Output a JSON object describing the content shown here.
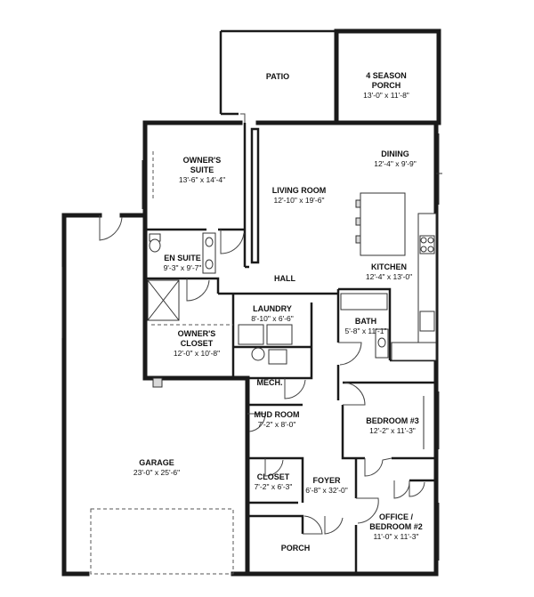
{
  "rooms": {
    "patio": {
      "name": "PATIO"
    },
    "four_season": {
      "name_line1": "4 SEASON",
      "name_line2": "PORCH",
      "dim": "13'-0\" x 11'-8\""
    },
    "owners_suite": {
      "name_line1": "OWNER'S",
      "name_line2": "SUITE",
      "dim": "13'-6\" x 14'-4\""
    },
    "dining": {
      "name": "DINING",
      "dim": "12'-4\" x 9'-9\""
    },
    "living_room": {
      "name": "LIVING ROOM",
      "dim": "12'-10\" x 19'-6\""
    },
    "en_suite": {
      "name": "EN SUITE",
      "dim": "9'-3\" x 9'-7\""
    },
    "hall": {
      "name": "HALL"
    },
    "kitchen": {
      "name": "KITCHEN",
      "dim": "12'-4\" x 13'-0\""
    },
    "laundry": {
      "name": "LAUNDRY",
      "dim": "8'-10\" x 6'-6\""
    },
    "bath": {
      "name": "BATH",
      "dim": "5'-8\" x 11'-1\""
    },
    "owners_closet": {
      "name_line1": "OWNER'S",
      "name_line2": "CLOSET",
      "dim": "12'-0\" x 10'-8\""
    },
    "mech": {
      "name": "MECH."
    },
    "mud_room": {
      "name": "MUD ROOM",
      "dim": "7'-2\" x 8'-0\""
    },
    "bedroom3": {
      "name": "BEDROOM #3",
      "dim": "12'-2\" x 11'-3\""
    },
    "garage": {
      "name": "GARAGE",
      "dim": "23'-0\" x 25'-6\""
    },
    "closet": {
      "name": "CLOSET",
      "dim": "7'-2\" x 6'-3\""
    },
    "foyer": {
      "name": "FOYER",
      "dim": "6'-8\" x 32'-0\""
    },
    "office": {
      "name_line1": "OFFICE /",
      "name_line2": "BEDROOM #2",
      "dim": "11'-0\" x 11'-3\""
    },
    "porch": {
      "name": "PORCH"
    }
  }
}
